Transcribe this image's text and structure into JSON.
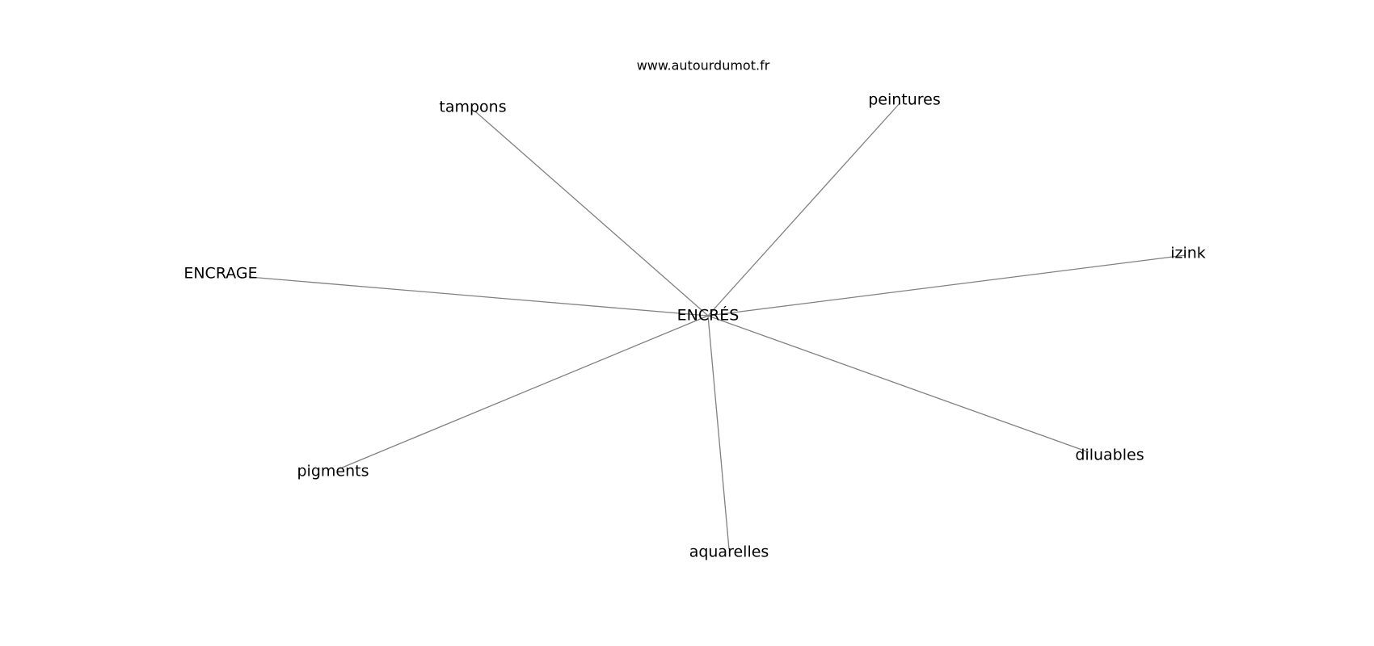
{
  "credit": "www.autourdumot.fr",
  "center": {
    "id": "encres",
    "label": "ENCRÉS"
  },
  "nodes": [
    {
      "id": "tampons",
      "label": "tampons"
    },
    {
      "id": "peintures",
      "label": "peintures"
    },
    {
      "id": "izink",
      "label": "izink"
    },
    {
      "id": "encrage",
      "label": "ENCRAGE"
    },
    {
      "id": "pigments",
      "label": "pigments"
    },
    {
      "id": "aquarelles",
      "label": "aquarelles"
    },
    {
      "id": "diluables",
      "label": "diluables"
    }
  ],
  "edges": [
    {
      "from": "encres",
      "to": "tampons"
    },
    {
      "from": "encres",
      "to": "peintures"
    },
    {
      "from": "encres",
      "to": "izink"
    },
    {
      "from": "encres",
      "to": "encrage"
    },
    {
      "from": "encres",
      "to": "pigments"
    },
    {
      "from": "encres",
      "to": "aquarelles"
    },
    {
      "from": "encres",
      "to": "diluables"
    }
  ]
}
